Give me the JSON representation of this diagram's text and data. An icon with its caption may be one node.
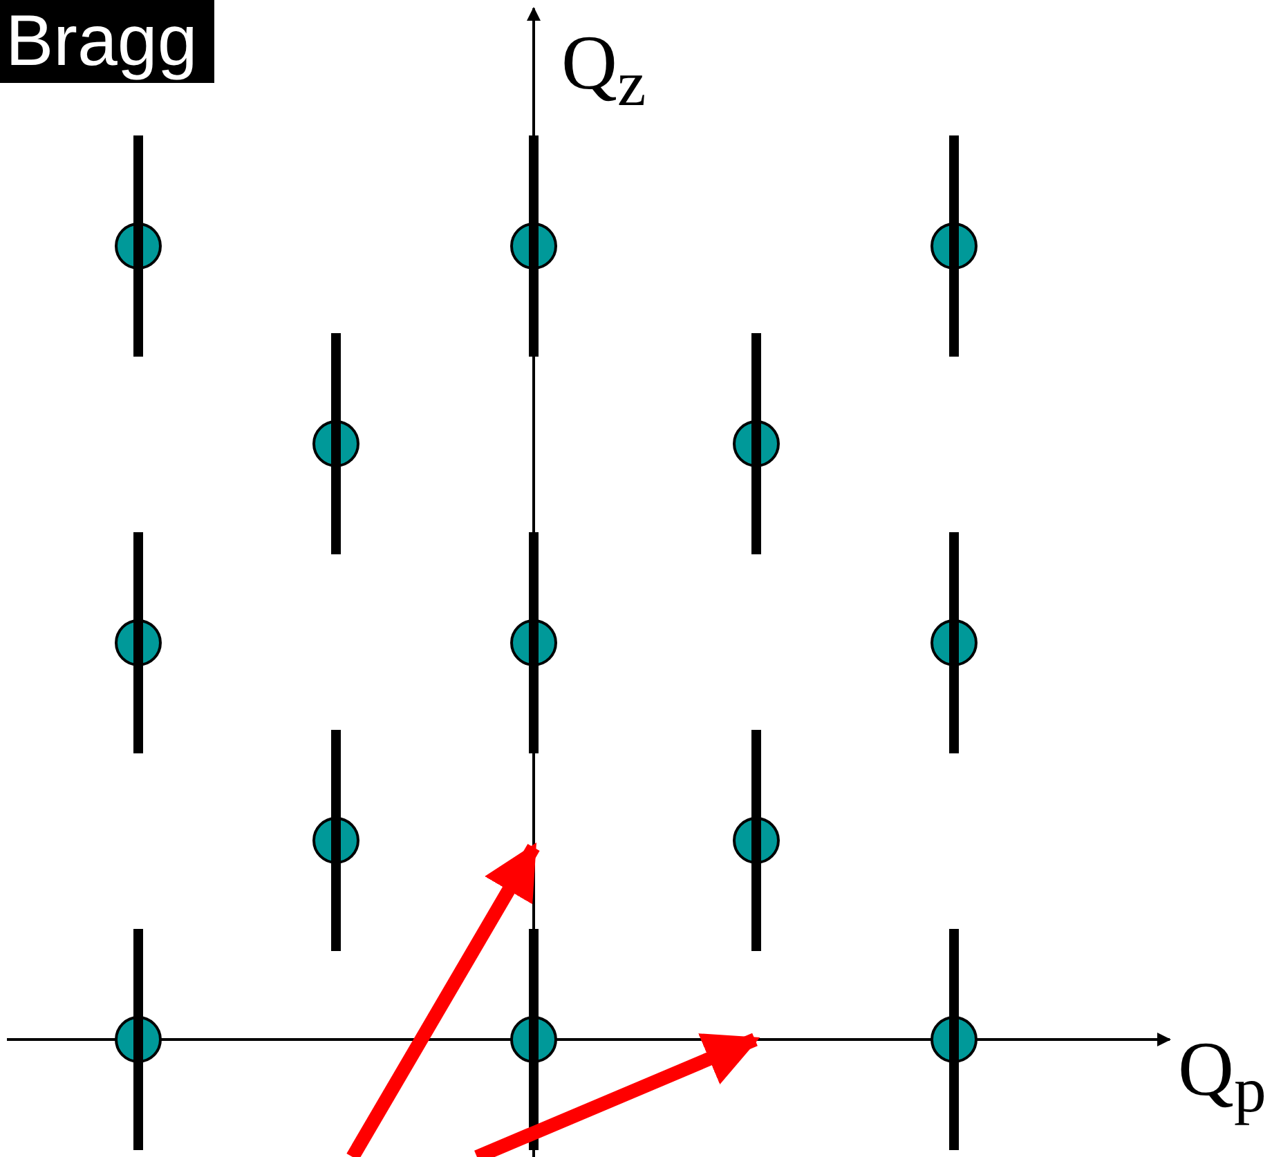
{
  "diagram": {
    "labels": [
      "Bragg",
      "Q$_{z}$",
      "Q$_{p}$"
    ]
  }
}
